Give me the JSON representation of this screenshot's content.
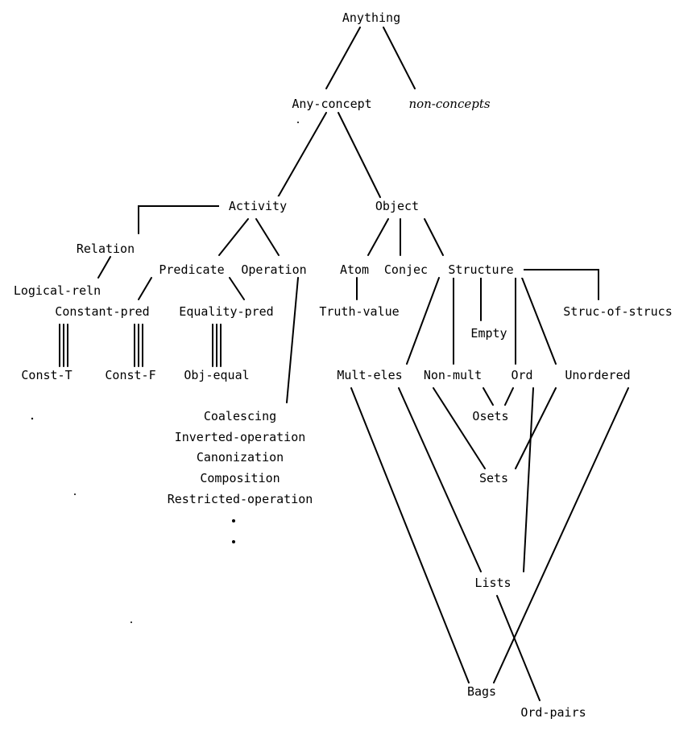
{
  "nodes": {
    "anything": "Anything",
    "any_concept": "Any-concept",
    "non_concepts": "non-concepts",
    "activity": "Activity",
    "object": "Object",
    "relation": "Relation",
    "predicate": "Predicate",
    "operation": "Operation",
    "atom": "Atom",
    "conjec": "Conjec",
    "structure": "Structure",
    "logical_reln": "Logical-reln",
    "constant_pred": "Constant-pred",
    "equality_pred": "Equality-pred",
    "truth_value": "Truth-value",
    "empty": "Empty",
    "struc_of_strucs": "Struc-of-strucs",
    "const_t": "Const-T",
    "const_f": "Const-F",
    "obj_equal": "Obj-equal",
    "mult_eles": "Mult-eles",
    "non_mult": "Non-mult",
    "ord": "Ord",
    "unordered": "Unordered",
    "osets": "Osets",
    "sets": "Sets",
    "lists": "Lists",
    "bags": "Bags",
    "ord_pairs": "Ord-pairs"
  },
  "operation_list": [
    "Coalescing",
    "Inverted-operation",
    "Canonization",
    "Composition",
    "Restricted-operation"
  ]
}
